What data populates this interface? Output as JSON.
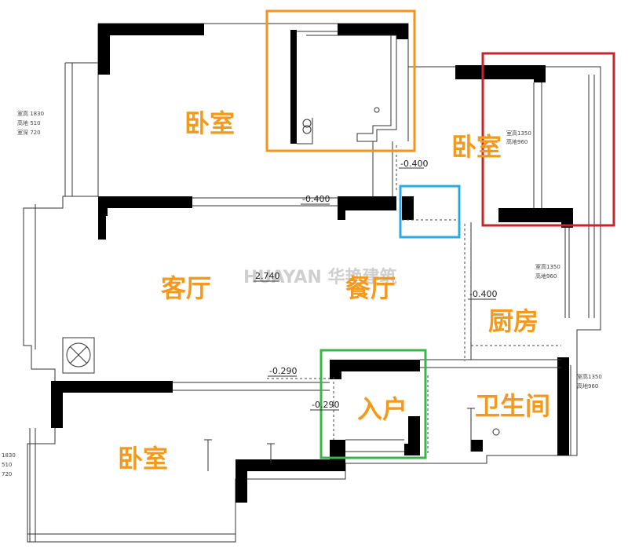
{
  "rooms": {
    "bedroom_top": "卧室",
    "bedroom_right": "卧室",
    "living": "客厅",
    "dining": "餐厅",
    "kitchen": "厨房",
    "entry": "入户",
    "bathroom": "卫生间",
    "bedroom_bottom": "卧室"
  },
  "levels": {
    "bedroom_right_door": "-0.400",
    "living_door": "-0.400",
    "kitchen": "-0.400",
    "living": "2.740",
    "entry_top": "-0.290",
    "entry": "-0.290"
  },
  "window_notes": {
    "left_top": [
      "室高 1830",
      "高地 510",
      "室深 720"
    ],
    "bedroom_right": [
      "室高1350",
      "高地960"
    ],
    "kitchen": [
      "室高1350",
      "高地960"
    ],
    "bathroom": [
      "室高1350",
      "高地960"
    ],
    "left_bottom": [
      "1830",
      "510",
      "720"
    ]
  },
  "watermark": "HUAYAN 华艳建筑",
  "highlight_colors": {
    "orange": "#f7941d",
    "red": "#c1272d",
    "blue": "#29abe2",
    "green": "#39b54a"
  }
}
